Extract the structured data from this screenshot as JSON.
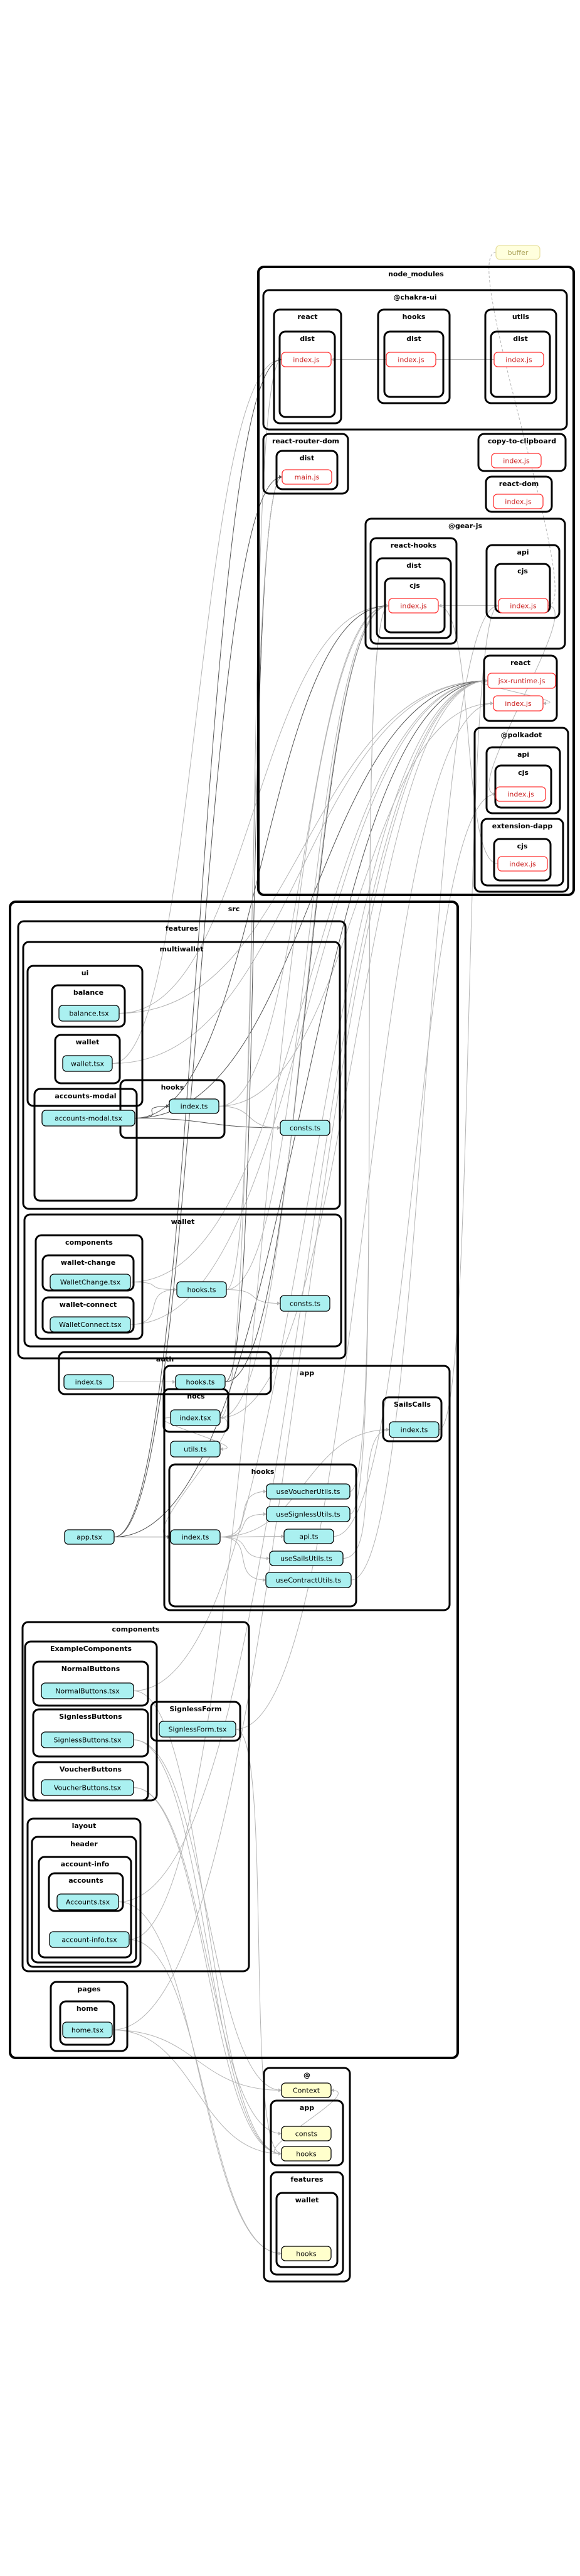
{
  "colors": {
    "module_fill": "#ffffff",
    "module_stroke": "#ff3333",
    "module_text": "#cc2222",
    "src_fill": "#aaf0f0",
    "src_stroke": "#000000",
    "ext_fill": "#ffffcc",
    "ext_stroke": "#000000",
    "faded_fill": "#ffffdd",
    "faded_stroke": "#e8e0a0",
    "faded_text": "#b0a860",
    "edge": "#b4b4b4",
    "edge_dark": "#555555"
  },
  "clusters": [
    {
      "id": "node_modules",
      "label": "node_modules"
    },
    {
      "id": "chakra",
      "label": "@chakra-ui"
    },
    {
      "id": "chakra_react",
      "label": "react"
    },
    {
      "id": "chakra_react_dist",
      "label": "dist"
    },
    {
      "id": "chakra_hooks",
      "label": "hooks"
    },
    {
      "id": "chakra_hooks_dist",
      "label": "dist"
    },
    {
      "id": "chakra_utils",
      "label": "utils"
    },
    {
      "id": "chakra_utils_dist",
      "label": "dist"
    },
    {
      "id": "rrd",
      "label": "react-router-dom"
    },
    {
      "id": "rrd_dist",
      "label": "dist"
    },
    {
      "id": "ctc",
      "label": "copy-to-clipboard"
    },
    {
      "id": "rdom",
      "label": "react-dom"
    },
    {
      "id": "gear",
      "label": "@gear-js"
    },
    {
      "id": "gear_rh",
      "label": "react-hooks"
    },
    {
      "id": "gear_rh_dist",
      "label": "dist"
    },
    {
      "id": "gear_rh_cjs",
      "label": "cjs"
    },
    {
      "id": "gear_api",
      "label": "api"
    },
    {
      "id": "gear_api_cjs",
      "label": "cjs"
    },
    {
      "id": "react",
      "label": "react"
    },
    {
      "id": "polkadot",
      "label": "@polkadot"
    },
    {
      "id": "pk_api",
      "label": "api"
    },
    {
      "id": "pk_api_cjs",
      "label": "cjs"
    },
    {
      "id": "pk_ext",
      "label": "extension-dapp"
    },
    {
      "id": "pk_ext_cjs",
      "label": "cjs"
    },
    {
      "id": "src",
      "label": "src"
    },
    {
      "id": "features",
      "label": "features"
    },
    {
      "id": "multiwallet",
      "label": "multiwallet"
    },
    {
      "id": "mw_ui",
      "label": "ui"
    },
    {
      "id": "mw_balance",
      "label": "balance"
    },
    {
      "id": "mw_wallet",
      "label": "wallet"
    },
    {
      "id": "mw_accmodal",
      "label": "accounts-modal"
    },
    {
      "id": "mw_hooks",
      "label": "hooks"
    },
    {
      "id": "f_wallet",
      "label": "wallet"
    },
    {
      "id": "fw_components",
      "label": "components"
    },
    {
      "id": "fw_wchange",
      "label": "wallet-change"
    },
    {
      "id": "fw_wconnect",
      "label": "wallet-connect"
    },
    {
      "id": "f_auth",
      "label": "auth"
    },
    {
      "id": "app",
      "label": "app"
    },
    {
      "id": "app_hocs",
      "label": "hocs"
    },
    {
      "id": "app_sails",
      "label": "SailsCalls"
    },
    {
      "id": "app_hooks",
      "label": "hooks"
    },
    {
      "id": "components",
      "label": "components"
    },
    {
      "id": "exc",
      "label": "ExampleComponents"
    },
    {
      "id": "exc_normal",
      "label": "NormalButtons"
    },
    {
      "id": "exc_signless",
      "label": "SignlessButtons"
    },
    {
      "id": "exc_voucher",
      "label": "VoucherButtons"
    },
    {
      "id": "signlessform",
      "label": "SignlessForm"
    },
    {
      "id": "layout",
      "label": "layout"
    },
    {
      "id": "header",
      "label": "header"
    },
    {
      "id": "accinfo",
      "label": "account-info"
    },
    {
      "id": "accounts",
      "label": "accounts"
    },
    {
      "id": "pages",
      "label": "pages"
    },
    {
      "id": "home",
      "label": "home"
    },
    {
      "id": "at",
      "label": "@"
    },
    {
      "id": "at_app",
      "label": "app"
    },
    {
      "id": "at_features",
      "label": "features"
    },
    {
      "id": "at_fwallet",
      "label": "wallet"
    }
  ],
  "nodes": [
    {
      "id": "buffer",
      "label": "buffer",
      "kind": "faded"
    },
    {
      "id": "chakra_react_index",
      "label": "index.js",
      "kind": "module"
    },
    {
      "id": "chakra_hooks_index",
      "label": "index.js",
      "kind": "module"
    },
    {
      "id": "chakra_utils_index",
      "label": "index.js",
      "kind": "module"
    },
    {
      "id": "rrd_main",
      "label": "main.js",
      "kind": "module"
    },
    {
      "id": "ctc_index",
      "label": "index.js",
      "kind": "module"
    },
    {
      "id": "rdom_index",
      "label": "index.js",
      "kind": "module"
    },
    {
      "id": "gear_rh_index",
      "label": "index.js",
      "kind": "module"
    },
    {
      "id": "gear_api_index",
      "label": "index.js",
      "kind": "module"
    },
    {
      "id": "react_jsx",
      "label": "jsx-runtime.js",
      "kind": "module"
    },
    {
      "id": "react_index",
      "label": "index.js",
      "kind": "module"
    },
    {
      "id": "pk_api_index",
      "label": "index.js",
      "kind": "module"
    },
    {
      "id": "pk_ext_index",
      "label": "index.js",
      "kind": "module"
    },
    {
      "id": "balance_tsx",
      "label": "balance.tsx",
      "kind": "src"
    },
    {
      "id": "wallet_tsx",
      "label": "wallet.tsx",
      "kind": "src"
    },
    {
      "id": "accmodal_tsx",
      "label": "accounts-modal.tsx",
      "kind": "src"
    },
    {
      "id": "mw_hooks_index",
      "label": "index.ts",
      "kind": "src"
    },
    {
      "id": "mw_consts",
      "label": "consts.ts",
      "kind": "src"
    },
    {
      "id": "walletchange_tsx",
      "label": "WalletChange.tsx",
      "kind": "src"
    },
    {
      "id": "walletconnect_tsx",
      "label": "WalletConnect.tsx",
      "kind": "src"
    },
    {
      "id": "fw_hooks",
      "label": "hooks.ts",
      "kind": "src"
    },
    {
      "id": "fw_consts",
      "label": "consts.ts",
      "kind": "src"
    },
    {
      "id": "auth_index",
      "label": "index.ts",
      "kind": "src"
    },
    {
      "id": "auth_hooks",
      "label": "hooks.ts",
      "kind": "src"
    },
    {
      "id": "hocs_index",
      "label": "index.tsx",
      "kind": "src"
    },
    {
      "id": "utils_ts",
      "label": "utils.ts",
      "kind": "src"
    },
    {
      "id": "sails_index",
      "label": "index.ts",
      "kind": "src"
    },
    {
      "id": "app_tsx",
      "label": "app.tsx",
      "kind": "src"
    },
    {
      "id": "app_index",
      "label": "index.ts",
      "kind": "src"
    },
    {
      "id": "useVoucherUtils",
      "label": "useVoucherUtils.ts",
      "kind": "src"
    },
    {
      "id": "useSignlessUtils",
      "label": "useSignlessUtils.ts",
      "kind": "src"
    },
    {
      "id": "api_ts",
      "label": "api.ts",
      "kind": "src"
    },
    {
      "id": "useSailsUtils",
      "label": "useSailsUtils.ts",
      "kind": "src"
    },
    {
      "id": "useContractUtils",
      "label": "useContractUtils.ts",
      "kind": "src"
    },
    {
      "id": "normalbuttons_tsx",
      "label": "NormalButtons.tsx",
      "kind": "src"
    },
    {
      "id": "signlessbuttons_tsx",
      "label": "SignlessButtons.tsx",
      "kind": "src"
    },
    {
      "id": "voucherbuttons_tsx",
      "label": "VoucherButtons.tsx",
      "kind": "src"
    },
    {
      "id": "signlessform_tsx",
      "label": "SignlessForm.tsx",
      "kind": "src"
    },
    {
      "id": "accounts_tsx",
      "label": "Accounts.tsx",
      "kind": "src"
    },
    {
      "id": "accountinfo_tsx",
      "label": "account-info.tsx",
      "kind": "src"
    },
    {
      "id": "home_tsx",
      "label": "home.tsx",
      "kind": "src"
    },
    {
      "id": "at_context",
      "label": "Context",
      "kind": "ext"
    },
    {
      "id": "at_app_consts",
      "label": "consts",
      "kind": "ext"
    },
    {
      "id": "at_app_hooks",
      "label": "hooks",
      "kind": "ext"
    },
    {
      "id": "at_fw_hooks",
      "label": "hooks",
      "kind": "ext"
    }
  ],
  "edges": [
    [
      "chakra_hooks_index",
      "chakra_react_index"
    ],
    [
      "chakra_utils_index",
      "chakra_react_index"
    ],
    [
      "gear_api_index",
      "gear_rh_index"
    ],
    [
      "pk_api_index",
      "gear_api_index"
    ],
    [
      "pk_ext_index",
      "gear_rh_index"
    ],
    [
      "react_jsx",
      "react_index"
    ],
    [
      "balance_tsx",
      "react_jsx"
    ],
    [
      "balance_tsx",
      "gear_rh_index"
    ],
    [
      "wallet_tsx",
      "react_jsx"
    ],
    [
      "wallet_tsx",
      "chakra_react_index"
    ],
    [
      "accmodal_tsx",
      "mw_hooks_index"
    ],
    [
      "accmodal_tsx",
      "mw_consts"
    ],
    [
      "accmodal_tsx",
      "react_jsx"
    ],
    [
      "accmodal_tsx",
      "gear_rh_index"
    ],
    [
      "mw_hooks_index",
      "mw_consts"
    ],
    [
      "mw_hooks_index",
      "gear_rh_index"
    ],
    [
      "mw_hooks_index",
      "react_index"
    ],
    [
      "walletchange_tsx",
      "fw_hooks"
    ],
    [
      "walletconnect_tsx",
      "fw_hooks"
    ],
    [
      "walletchange_tsx",
      "react_jsx"
    ],
    [
      "walletconnect_tsx",
      "react_jsx"
    ],
    [
      "fw_hooks",
      "fw_consts"
    ],
    [
      "fw_hooks",
      "gear_rh_index"
    ],
    [
      "fw_hooks",
      "chakra_react_index"
    ],
    [
      "auth_index",
      "auth_hooks"
    ],
    [
      "auth_hooks",
      "rrd_main"
    ],
    [
      "auth_hooks",
      "gear_rh_index"
    ],
    [
      "hocs_index",
      "utils_ts"
    ],
    [
      "hocs_index",
      "react_jsx"
    ],
    [
      "hocs_index",
      "gear_rh_index"
    ],
    [
      "hocs_index",
      "rrd_main"
    ],
    [
      "app_index",
      "hocs_index"
    ],
    [
      "app_index",
      "useVoucherUtils"
    ],
    [
      "app_index",
      "useSignlessUtils"
    ],
    [
      "app_index",
      "api_ts"
    ],
    [
      "app_index",
      "useSailsUtils"
    ],
    [
      "app_index",
      "useContractUtils"
    ],
    [
      "app_index",
      "sails_index"
    ],
    [
      "app_tsx",
      "app_index"
    ],
    [
      "app_tsx",
      "react_jsx"
    ],
    [
      "app_tsx",
      "chakra_react_index"
    ],
    [
      "app_tsx",
      "rrd_main"
    ],
    [
      "useVoucherUtils",
      "gear_rh_index"
    ],
    [
      "useSignlessUtils",
      "gear_rh_index"
    ],
    [
      "useSailsUtils",
      "sails_index"
    ],
    [
      "useContractUtils",
      "gear_api_index"
    ],
    [
      "api_ts",
      "pk_api_index"
    ],
    [
      "sails_index",
      "gear_api_index"
    ],
    [
      "normalbuttons_tsx",
      "at_app_hooks"
    ],
    [
      "normalbuttons_tsx",
      "react_jsx"
    ],
    [
      "signlessbuttons_tsx",
      "at_app_hooks"
    ],
    [
      "signlessbuttons_tsx",
      "at_context"
    ],
    [
      "voucherbuttons_tsx",
      "at_app_hooks"
    ],
    [
      "voucherbuttons_tsx",
      "at_app_consts"
    ],
    [
      "signlessform_tsx",
      "at_app_hooks"
    ],
    [
      "signlessform_tsx",
      "react_index"
    ],
    [
      "accounts_tsx",
      "at_fw_hooks"
    ],
    [
      "accounts_tsx",
      "react_jsx"
    ],
    [
      "accountinfo_tsx",
      "at_fw_hooks"
    ],
    [
      "accountinfo_tsx",
      "gear_rh_index"
    ],
    [
      "home_tsx",
      "at_app_hooks"
    ],
    [
      "home_tsx",
      "react_jsx"
    ],
    [
      "home_tsx",
      "at_context"
    ],
    [
      "at_app_hooks",
      "at_context"
    ],
    [
      "buffer",
      "gear_api_index"
    ]
  ]
}
